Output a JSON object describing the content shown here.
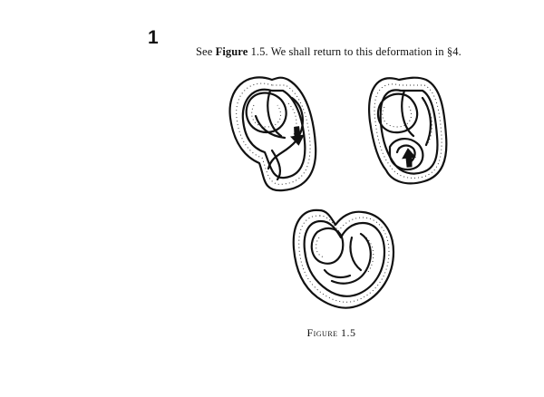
{
  "page": {
    "number": "1",
    "sentence_start": "See ",
    "figure_ref": "Figure",
    "sentence_rest": " 1.5. We shall return to this deformation in §4."
  },
  "figure": {
    "caption": "Figure 1.5",
    "panels": [
      {
        "id": "surface-a",
        "arrow": "down"
      },
      {
        "id": "surface-b",
        "arrow": "up"
      },
      {
        "id": "surface-c",
        "arrow": "none"
      }
    ]
  }
}
